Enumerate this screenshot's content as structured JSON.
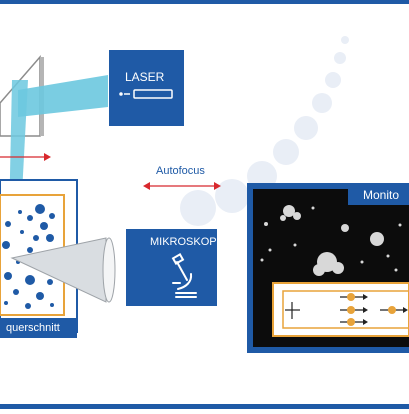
{
  "colors": {
    "brand_blue": "#1f5aa6",
    "dark_blue": "#154a8f",
    "beam_cyan": "#6cc8df",
    "orange": "#e8a33a",
    "red_arrow": "#d8282d",
    "faint_dots": "#e8eef7"
  },
  "laser": {
    "label": "LASER",
    "icon": "laser-pointer-icon"
  },
  "autofocus": {
    "label": "Autofocus"
  },
  "microscope": {
    "label": "MIKROSKOP",
    "icon": "microscope-icon"
  },
  "monitor": {
    "label": "Monito"
  },
  "sample": {
    "label": "querschnitt"
  }
}
